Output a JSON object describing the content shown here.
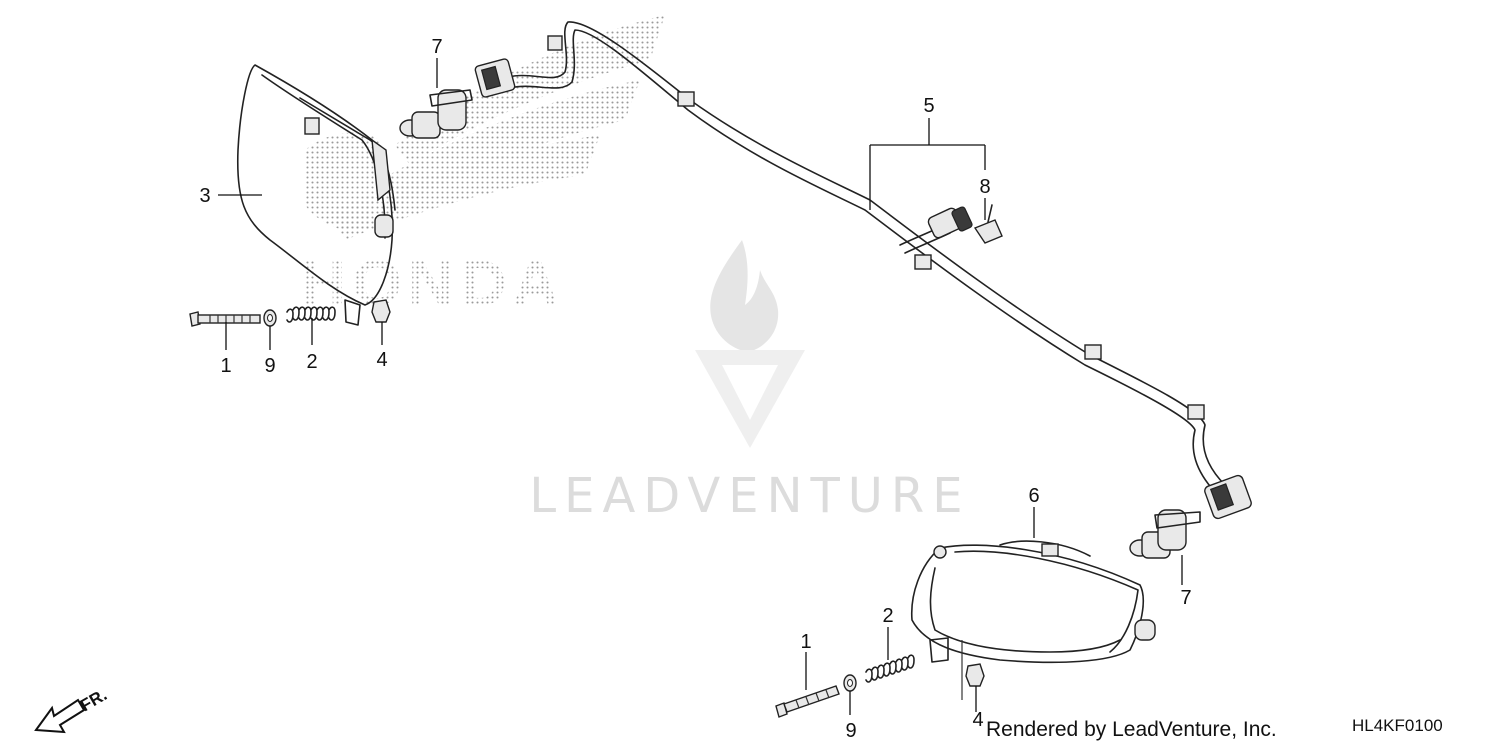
{
  "diagram": {
    "watermark_brand": "HONDA",
    "watermark_company": "LEADVENTURE",
    "direction_label": "FR.",
    "credit": "Rendered by LeadVenture, Inc.",
    "diagram_code": "HL4KF0100",
    "callouts": {
      "bolt_left": "1",
      "washer_left": "9",
      "spring_left": "2",
      "nut_left": "4",
      "headlight_left": "3",
      "bulb_left": "7",
      "harness": "5",
      "clip": "8",
      "headlight_right": "6",
      "bulb_right": "7",
      "spring_right": "2",
      "bolt_right": "1",
      "washer_right": "9",
      "nut_right": "4"
    }
  }
}
